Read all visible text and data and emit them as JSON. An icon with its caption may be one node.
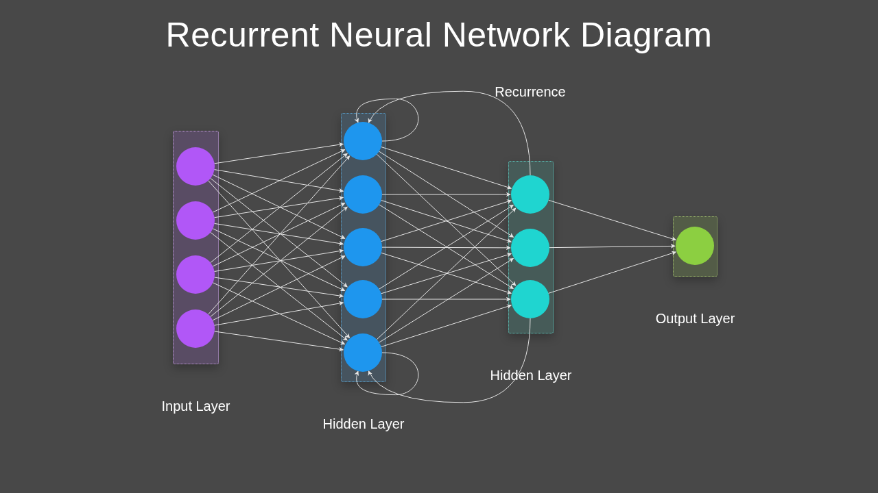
{
  "diagram": {
    "title": "Recurrent Neural Network Diagram",
    "nodes": [
      {
        "text": [
          "Input Layer"
        ]
      },
      {
        "text": [],
        "shape": "circle",
        "in": 0
      },
      {
        "text": [],
        "shape": "circle",
        "in": 0
      },
      {
        "text": [],
        "shape": "circle",
        "in": 0
      },
      {
        "text": [],
        "shape": "circle",
        "in": 0
      },
      {
        "text": [
          "Hidden Layer"
        ]
      },
      {
        "text": [],
        "shape": "circle",
        "in": 5
      },
      {
        "text": [],
        "shape": "circle",
        "in": 5
      },
      {
        "text": [],
        "shape": "circle",
        "in": 5
      },
      {
        "text": [],
        "shape": "circle",
        "in": 5
      },
      {
        "text": [],
        "shape": "circle",
        "in": 5
      },
      {
        "text": [
          "Hidden Layer"
        ]
      },
      {
        "text": [],
        "shape": "circle",
        "in": 11
      },
      {
        "text": [],
        "shape": "circle",
        "in": 11
      },
      {
        "text": [],
        "shape": "circle",
        "in": 11
      },
      {
        "text": [
          "Output Layer"
        ]
      },
      {
        "text": [],
        "shape": "circle",
        "in": 15
      }
    ],
    "edges": [
      {
        "from": 1,
        "to": 6,
        "arrow": "to"
      },
      {
        "from": 1,
        "to": 7,
        "arrow": "to"
      },
      {
        "from": 1,
        "to": 8,
        "arrow": "to"
      },
      {
        "from": 1,
        "to": 9,
        "arrow": "to"
      },
      {
        "from": 1,
        "to": 10,
        "arrow": "to"
      },
      {
        "from": 2,
        "to": 6,
        "arrow": "to"
      },
      {
        "from": 2,
        "to": 7,
        "arrow": "to"
      },
      {
        "from": 2,
        "to": 8,
        "arrow": "to"
      },
      {
        "from": 2,
        "to": 9,
        "arrow": "to"
      },
      {
        "from": 2,
        "to": 10,
        "arrow": "to"
      },
      {
        "from": 3,
        "to": 6,
        "arrow": "to"
      },
      {
        "from": 3,
        "to": 7,
        "arrow": "to"
      },
      {
        "from": 3,
        "to": 8,
        "arrow": "to"
      },
      {
        "from": 3,
        "to": 9,
        "arrow": "to"
      },
      {
        "from": 3,
        "to": 10,
        "arrow": "to"
      },
      {
        "from": 4,
        "to": 6,
        "arrow": "to"
      },
      {
        "from": 4,
        "to": 7,
        "arrow": "to"
      },
      {
        "from": 4,
        "to": 8,
        "arrow": "to"
      },
      {
        "from": 4,
        "to": 9,
        "arrow": "to"
      },
      {
        "from": 4,
        "to": 10,
        "arrow": "to"
      },
      {
        "from": 6,
        "to": 12,
        "arrow": "to"
      },
      {
        "from": 6,
        "to": 13,
        "arrow": "to"
      },
      {
        "from": 6,
        "to": 14,
        "arrow": "to"
      },
      {
        "from": 7,
        "to": 12,
        "arrow": "to"
      },
      {
        "from": 7,
        "to": 13,
        "arrow": "to"
      },
      {
        "from": 7,
        "to": 14,
        "arrow": "to"
      },
      {
        "from": 8,
        "to": 12,
        "arrow": "to"
      },
      {
        "from": 8,
        "to": 13,
        "arrow": "to"
      },
      {
        "from": 8,
        "to": 14,
        "arrow": "to"
      },
      {
        "from": 9,
        "to": 12,
        "arrow": "to"
      },
      {
        "from": 9,
        "to": 13,
        "arrow": "to"
      },
      {
        "from": 9,
        "to": 14,
        "arrow": "to"
      },
      {
        "from": 10,
        "to": 12,
        "arrow": "to"
      },
      {
        "from": 10,
        "to": 13,
        "arrow": "to"
      },
      {
        "from": 10,
        "to": 14,
        "arrow": "to"
      },
      {
        "from": 12,
        "to": 16,
        "arrow": "to"
      },
      {
        "from": 13,
        "to": 16,
        "arrow": "to"
      },
      {
        "from": 14,
        "to": 16,
        "arrow": "to"
      },
      {
        "from": 6,
        "to": 6,
        "arrow": "to"
      },
      {
        "from": 12,
        "to": 6,
        "arrow": "to"
      },
      {
        "from": 10,
        "to": 10,
        "arrow": "to"
      },
      {
        "from": 14,
        "to": 10,
        "arrow": "to"
      }
    ],
    "labels": [
      "Recurrence"
    ]
  }
}
